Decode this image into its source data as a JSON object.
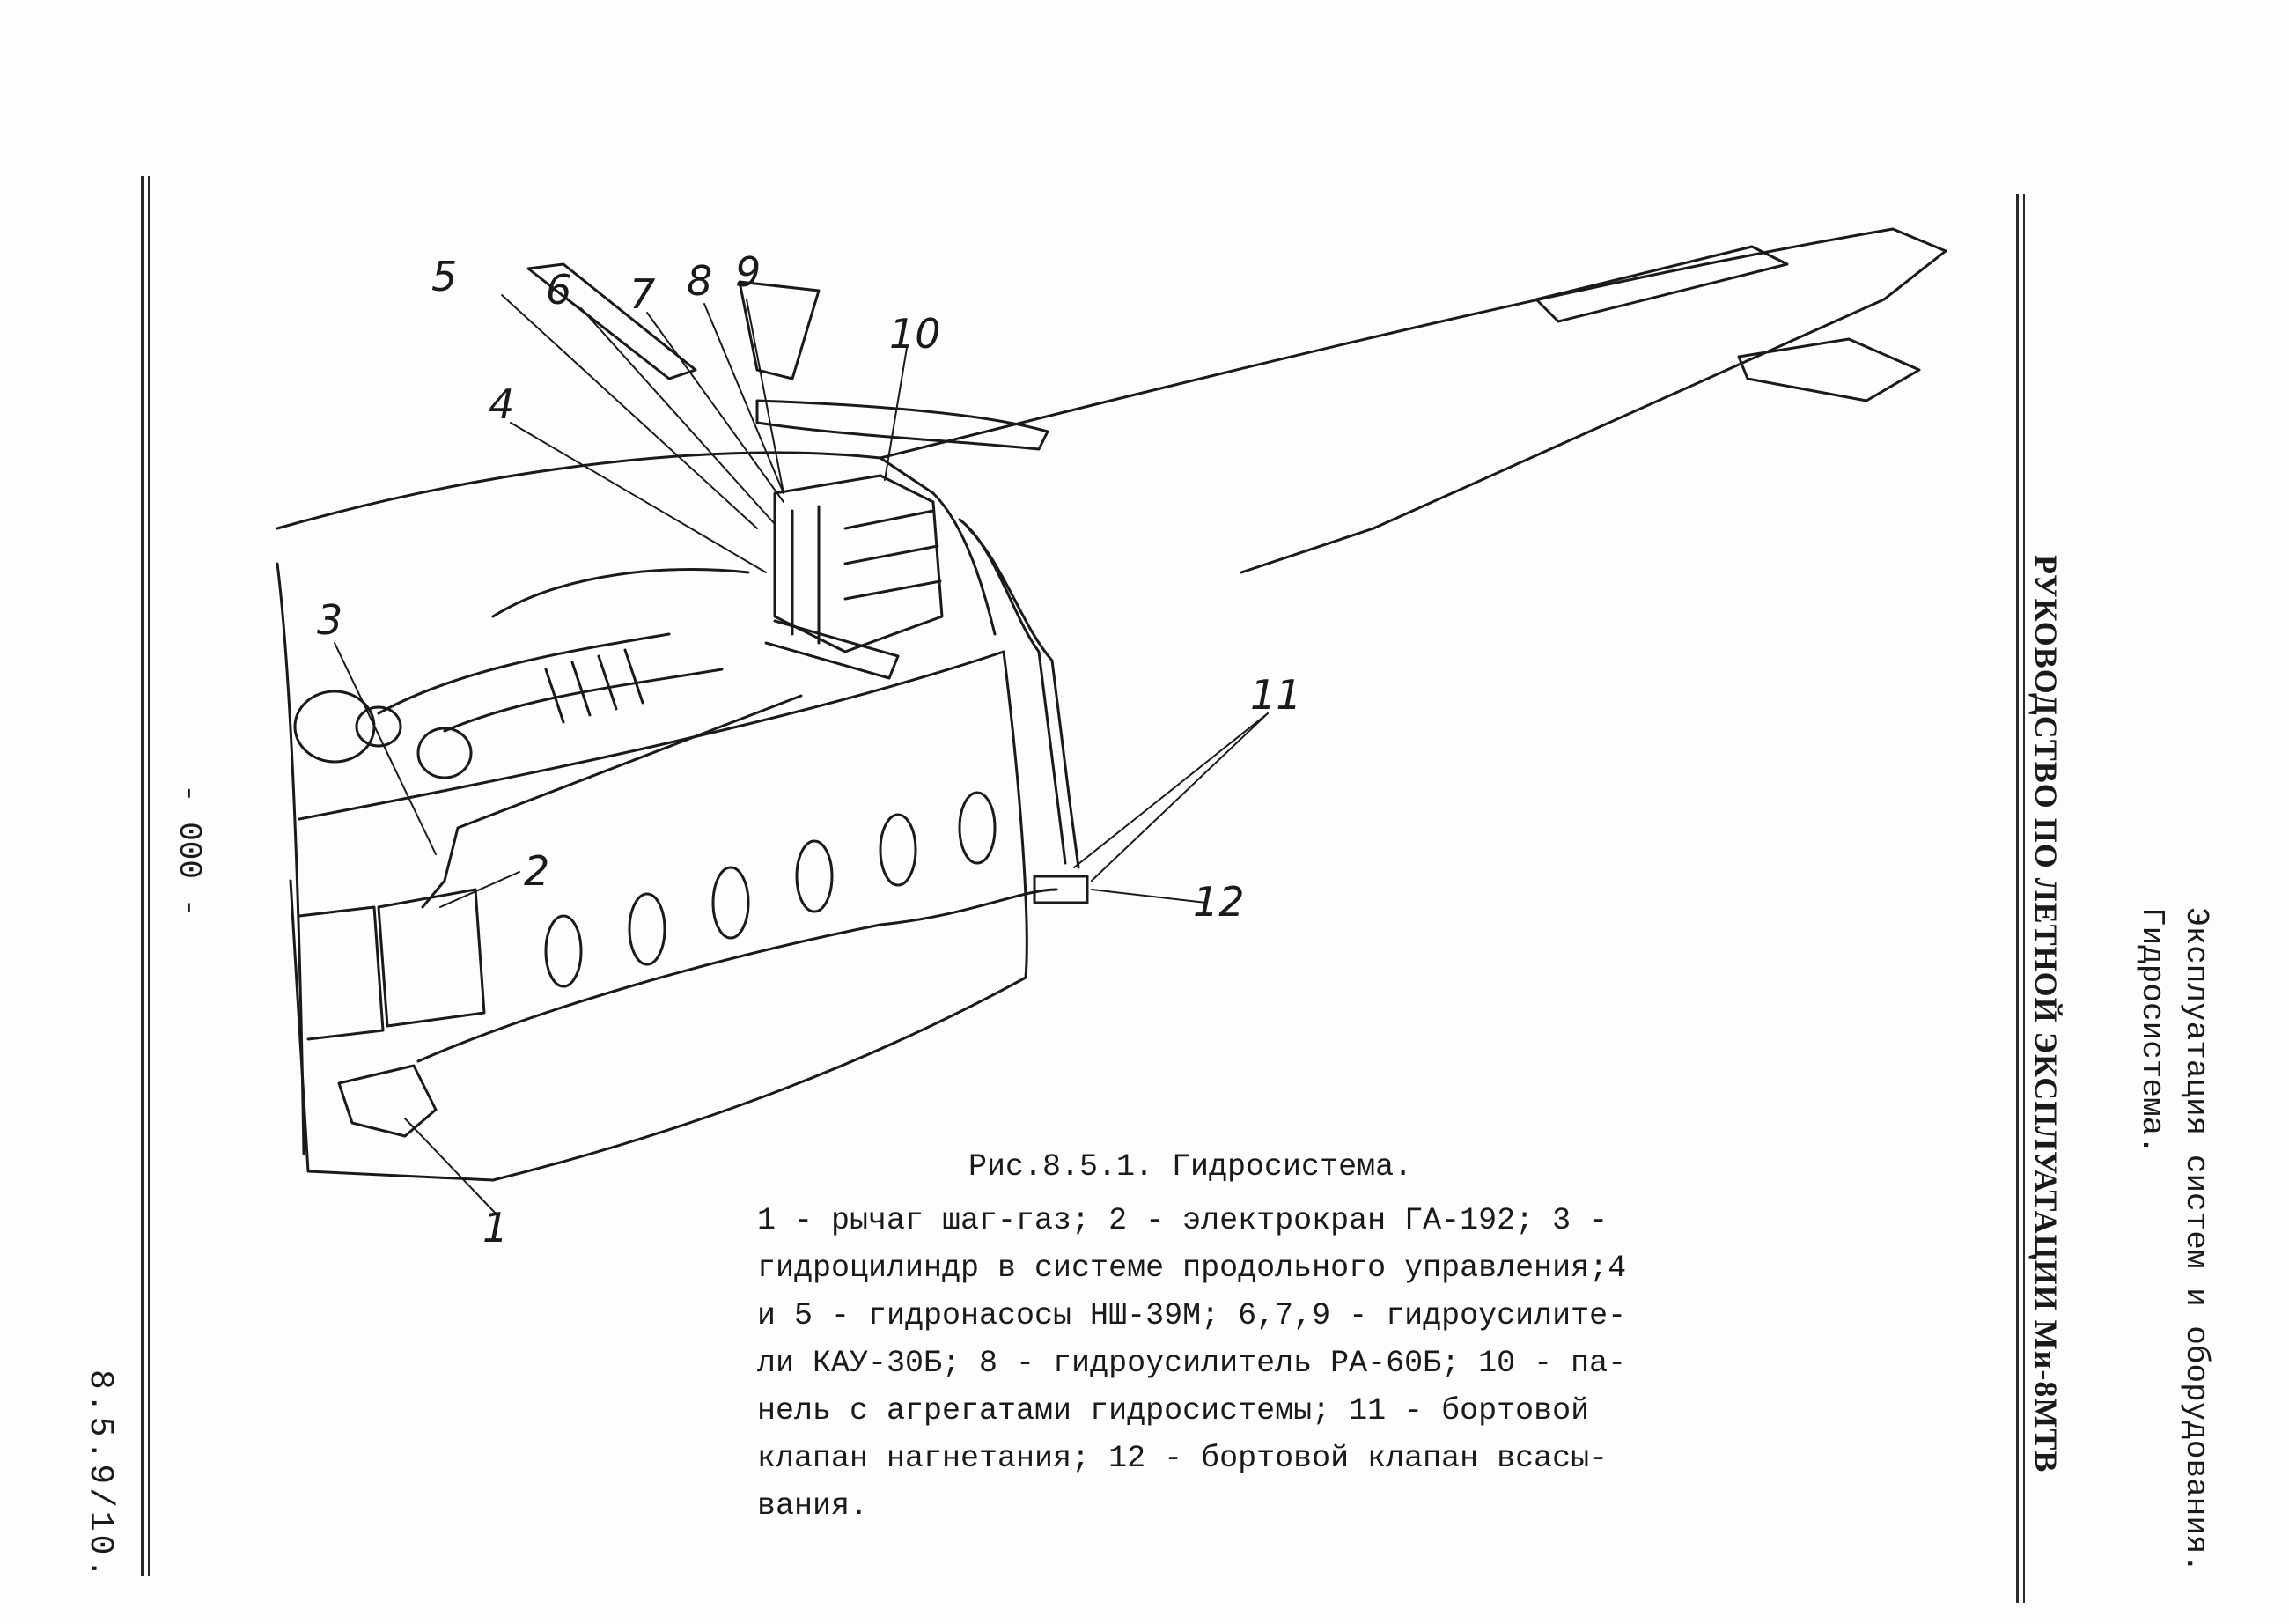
{
  "header": {
    "manual_title": "РУКОВОДСТВО ПО ЛЕТНОЙ ЭКСПЛУАТАЦИИ Ми-8МТВ",
    "section_line1": "Эксплуатация систем и оборудования.",
    "section_line2": "Гидросистема."
  },
  "page_marker": "- 000 -",
  "page_number": "8.5.9/10.",
  "figure": {
    "callouts": [
      "1",
      "2",
      "3",
      "4",
      "5",
      "6",
      "7",
      "8",
      "9",
      "10",
      "11",
      "12"
    ],
    "caption_title": "Рис.8.5.1. Гидросистема.",
    "legend_lines": [
      "1 - рычаг шаг-газ;  2 - электрокран ГА-192; 3 -",
      "гидроцилиндр в системе продольного управления;4",
      "и 5 - гидронасосы НШ-39М; 6,7,9 - гидроусилите-",
      "ли КАУ-30Б; 8 - гидроусилитель РА-60Б; 10 - па-",
      "нель  с агрегатами гидросистемы;  11 - бортовой",
      "клапан нагнетания;  12 - бортовой клапан всасы-",
      "вания."
    ]
  }
}
